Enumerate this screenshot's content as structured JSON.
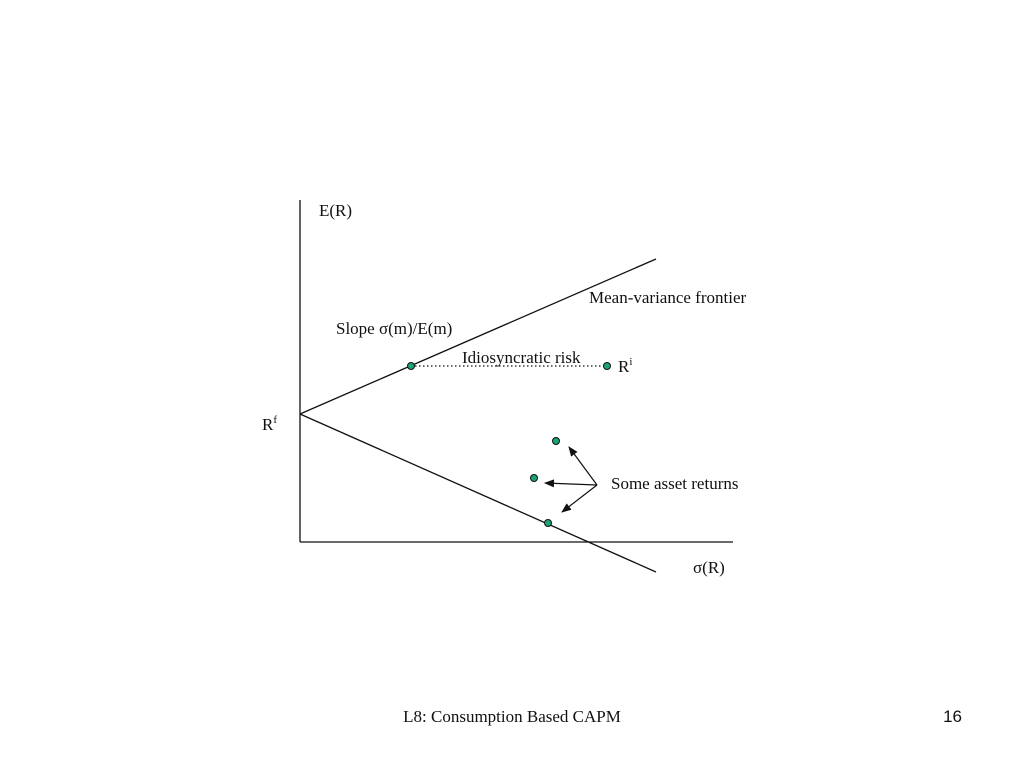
{
  "slide": {
    "footer_title": "L8: Consumption Based CAPM",
    "page_number": "16"
  },
  "diagram": {
    "y_axis_label": "E(R)",
    "x_axis_label": "σ(R)",
    "risk_free_label_base": "R",
    "risk_free_label_sup": "f",
    "frontier_label": "Mean-variance frontier",
    "slope_label": "Slope σ(m)/E(m)",
    "idiosyncratic_label": "Idiosyncratic risk",
    "asset_label_base": "R",
    "asset_label_sup": "i",
    "asset_returns_label": "Some asset returns",
    "marker_color": "#1aa37a"
  }
}
